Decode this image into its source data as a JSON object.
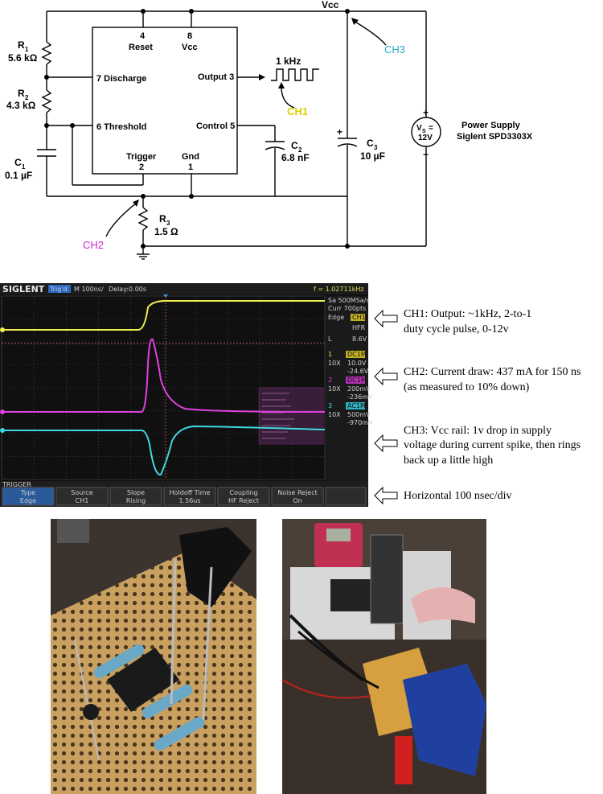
{
  "schematic": {
    "vcc": "Vcc",
    "chip": {
      "pin4": "4",
      "reset": "Reset",
      "pin8": "8",
      "vcc_pin": "Vcc",
      "discharge": "7 Discharge",
      "threshold": "6 Threshold",
      "output": "Output 3",
      "control": "Control 5",
      "trigger": "Trigger",
      "pin2": "2",
      "gnd": "Gnd",
      "pin1": "1"
    },
    "r1": {
      "name": "R",
      "sub": "1",
      "value": "5.6 kΩ"
    },
    "r2": {
      "name": "R",
      "sub": "2",
      "value": "4.3 kΩ"
    },
    "c1": {
      "name": "C",
      "sub": "1",
      "value": "0.1 µF"
    },
    "c2": {
      "name": "C",
      "sub": "2",
      "value": "6.8 nF"
    },
    "c3": {
      "name": "C",
      "sub": "3",
      "value": "10 µF"
    },
    "r3": {
      "name": "R",
      "sub": "3",
      "value": "1.5 Ω"
    },
    "freq": "1 kHz",
    "ch1": "CH1",
    "ch2": "CH2",
    "ch3": "CH3",
    "supply_vs": "V",
    "supply_vs_sub": "S",
    "supply_eq": "=",
    "supply_v": "12V",
    "supply_title": "Power Supply",
    "supply_model": "Siglent SPD3303X",
    "plus": "+",
    "minus": "−"
  },
  "scope": {
    "brand": "SIGLENT",
    "mode": "Trig'd",
    "timebase": "M 100ns/",
    "delay": "Delay:0.00s",
    "freq": "f = 1.02711kHz",
    "sample": "Sa 500MSa/s",
    "curr": "Curr 700pts",
    "trig_edge": "Edge",
    "trig_src": "CH1",
    "trig_hfr": "HFR",
    "trig_l": "L",
    "trig_level": "8.6V",
    "ch1": {
      "n": "1",
      "coupling": "DC1M",
      "probe": "10X",
      "scale": "10.0V",
      "offset": "-24.6V"
    },
    "ch2": {
      "n": "2",
      "coupling": "DC1M",
      "probe": "10X",
      "scale": "200mV",
      "offset": "-236mV"
    },
    "ch3": {
      "n": "3",
      "coupling": "AC1M",
      "probe": "10X",
      "scale": "500mV",
      "offset": "-970mV"
    },
    "trigger_label": "TRIGGER",
    "menu": [
      {
        "top": "Type",
        "bottom": "Edge"
      },
      {
        "top": "Source",
        "bottom": "CH1"
      },
      {
        "top": "Slope",
        "bottom": "Rising"
      },
      {
        "top": "Holdoff Time",
        "bottom": "1.56us"
      },
      {
        "top": "Coupling",
        "bottom": "HF Reject"
      },
      {
        "top": "Noise Reject",
        "bottom": "On"
      }
    ],
    "colors": {
      "ch1": "#f0f050",
      "ch2": "#e040e0",
      "ch3": "#40d8e0",
      "grid": "#555555",
      "bg": "#101010"
    }
  },
  "notes": {
    "n1_l1": "CH1: Output: ~1kHz, 2-to-1",
    "n1_l2": "duty cycle pulse, 0-12v",
    "n2_l1": "CH2: Current draw: 437 mA for 150 ns",
    "n2_l2": "(as measured to 10% down)",
    "n3_l1": "CH3: Vcc rail: 1v drop in supply",
    "n3_l2": "voltage during current spike, then rings",
    "n3_l3": "back up a little high",
    "n4": "Horizontal 100 nsec/div"
  },
  "photos": {
    "left": "perfboard-555-circuit-photo",
    "right": "bench-setup-photo"
  }
}
